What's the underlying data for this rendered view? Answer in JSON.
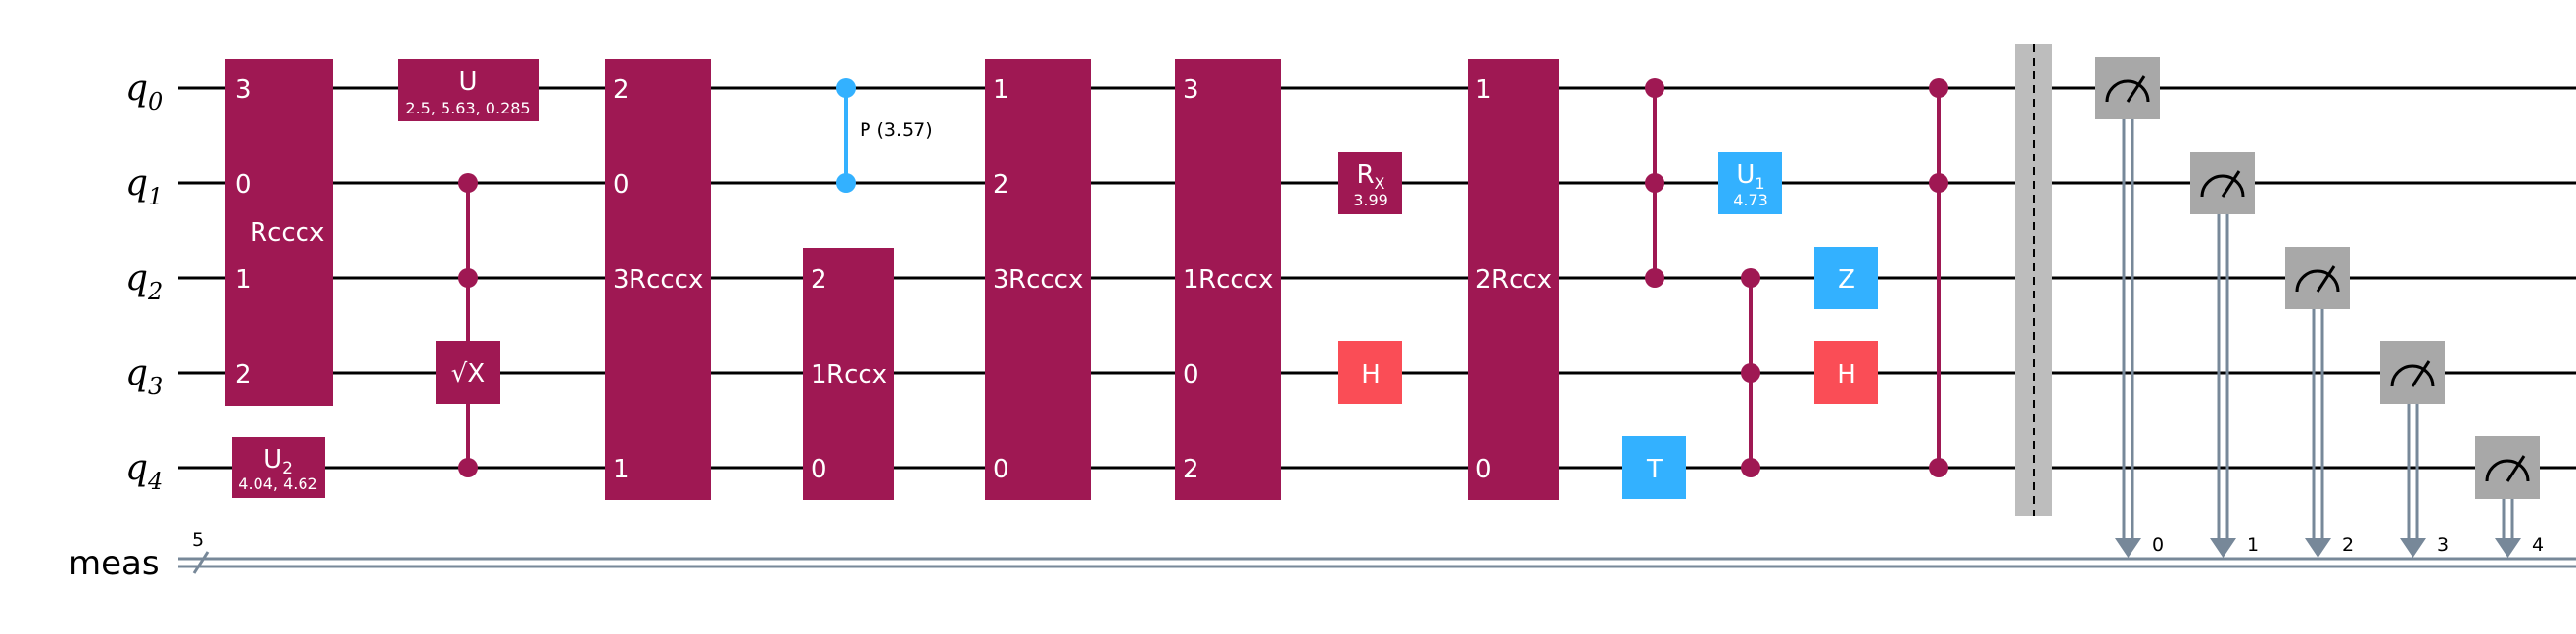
{
  "qubits": [
    {
      "letter": "q",
      "index": "0"
    },
    {
      "letter": "q",
      "index": "1"
    },
    {
      "letter": "q",
      "index": "2"
    },
    {
      "letter": "q",
      "index": "3"
    },
    {
      "letter": "q",
      "index": "4"
    }
  ],
  "classical": {
    "label": "meas",
    "width": "5"
  },
  "colors": {
    "multi_gate": "#9F1853",
    "control_blue": "#33B1FF",
    "hadamard": "#FA4D56",
    "clifford_blue": "#33B1FF",
    "barrier": "#BDBDBD",
    "measure": "#A8A8A8",
    "classical_wire": "#778899"
  },
  "gates": {
    "rcccx_a": {
      "name": "Rcccx",
      "pins": [
        "3",
        "0",
        "1",
        "2"
      ]
    },
    "u2": {
      "name": "U",
      "sub": "2",
      "params": "4.04, 4.62"
    },
    "u": {
      "name": "U",
      "params": "2.5, 5.63, 0.285"
    },
    "sx": {
      "name": "√X"
    },
    "rcccx_b": {
      "name": "Rcccx",
      "pins": [
        "2",
        "0",
        "3",
        "1"
      ]
    },
    "cp": {
      "label": "P (3.57)"
    },
    "rccx_a": {
      "name": "Rccx",
      "pins": [
        "2",
        "1",
        "0"
      ]
    },
    "rcccx_c": {
      "name": "Rcccx",
      "pins": [
        "1",
        "2",
        "3",
        "0"
      ]
    },
    "rcccx_d": {
      "name": "Rcccx",
      "pins": [
        "3",
        "1",
        "0",
        "2"
      ]
    },
    "rx": {
      "name": "R",
      "sub": "X",
      "param": "3.99"
    },
    "h_a": {
      "name": "H"
    },
    "rccx_b": {
      "name": "Rccx",
      "pins": [
        "1",
        "2",
        "0"
      ]
    },
    "t": {
      "name": "T"
    },
    "u1": {
      "name": "U",
      "sub": "1",
      "param": "4.73"
    },
    "z": {
      "name": "Z"
    },
    "h_b": {
      "name": "H"
    }
  },
  "measurements": {
    "bit_labels": [
      "0",
      "1",
      "2",
      "3",
      "4"
    ]
  }
}
